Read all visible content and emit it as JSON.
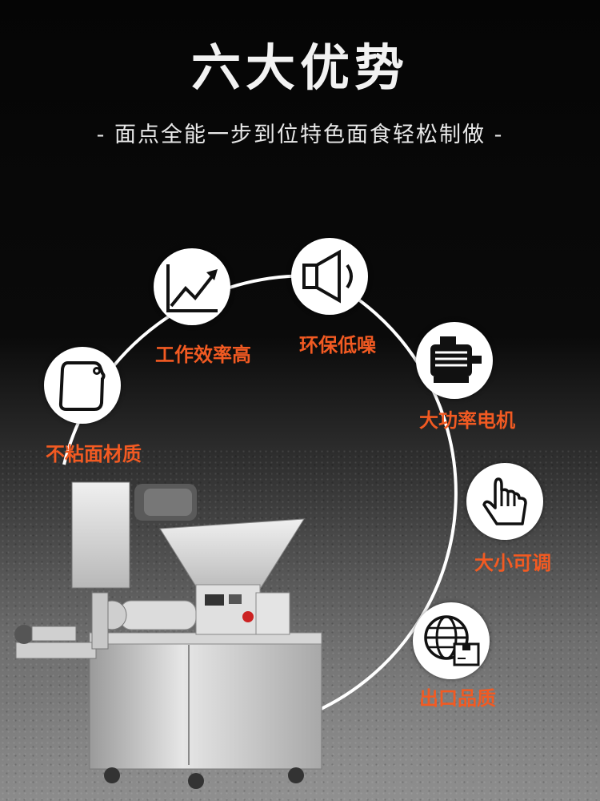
{
  "heading": {
    "title": "六大优势",
    "subtitle": "- 面点全能一步到位特色面食轻松制做 -"
  },
  "features": [
    {
      "icon": "cutting-board-icon",
      "label": "不粘面材质"
    },
    {
      "icon": "trend-up-icon",
      "label": "工作效率高"
    },
    {
      "icon": "speaker-icon",
      "label": "环保低噪"
    },
    {
      "icon": "motor-icon",
      "label": "大功率电机"
    },
    {
      "icon": "hand-pointer-icon",
      "label": "大小可调"
    },
    {
      "icon": "globe-box-icon",
      "label": "出口品质"
    }
  ],
  "colors": {
    "label": "#f25a22",
    "title": "#f2f2f2",
    "background": "#050505"
  }
}
